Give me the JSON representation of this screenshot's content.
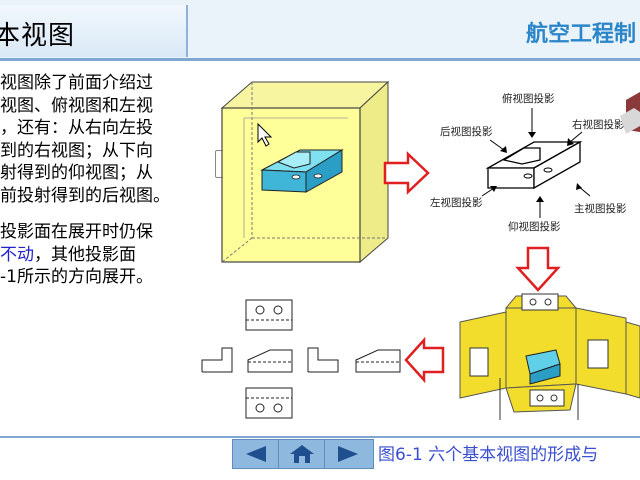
{
  "header": {
    "title": "本视图",
    "brand": "航空工程制"
  },
  "body": {
    "para1": [
      "视图除了前面介绍过",
      "视图、俯视图和左视",
      "，还有：从右向左投",
      "到的右视图；从下向",
      "射得到的仰视图；从",
      "前投射得到的后视图。"
    ],
    "para2_line1": "投影面在展开时仍保",
    "para2_blue": "不动",
    "para2_rest": "，其他投影面",
    "para2_line3": "-1所示的方向展开。"
  },
  "figure": {
    "labels": {
      "top": "俯视图投影",
      "back": "后视图投影",
      "right": "右视图投影",
      "left": "左视图投影",
      "main": "主视图投影",
      "bottom": "仰视图投影"
    }
  },
  "footer": {
    "caption": "图6-1 六个基本视图的形成与"
  },
  "icons": [
    "arrow-left-icon",
    "home-icon",
    "arrow-right-icon"
  ],
  "colors": {
    "brand": "#2a86c9",
    "cube": "#ffff99",
    "part": "#5fd0e8",
    "arrow": "#e02020",
    "panel": "#f2dc2c"
  }
}
